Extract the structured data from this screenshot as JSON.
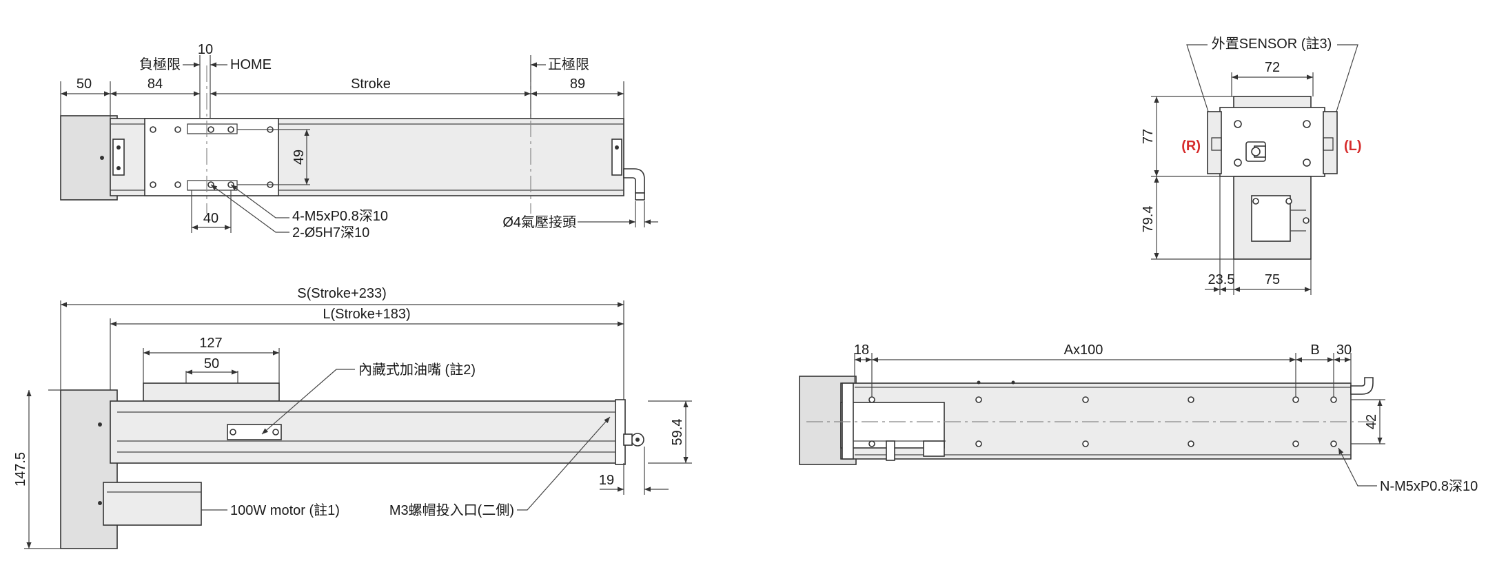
{
  "labels": {
    "d50": "50",
    "d84": "84",
    "d10": "10",
    "neg_limit": "負極限",
    "home": "HOME",
    "stroke": "Stroke",
    "pos_limit": "正極限",
    "d89": "89",
    "d49": "49",
    "d40": "40",
    "tap": "4-M5xP0.8深10",
    "pin": "2-Ø5H7深10",
    "air": "Ø4氣壓接頭",
    "s_len": "S(Stroke+233)",
    "l_len": "L(Stroke+183)",
    "d127": "127",
    "d50b": "50",
    "oil": "內藏式加油嘴 (註2)",
    "d147": "147.5",
    "d59": "59.4",
    "d19": "19",
    "motor": "100W motor (註1)",
    "screw": "M3螺帽投入口(二側)",
    "sensor": "外置SENSOR (註3)",
    "d72": "72",
    "d77": "77",
    "r": "(R)",
    "l": "(L)",
    "d79": "79.4",
    "d23": "23.5",
    "d75": "75",
    "d18": "18",
    "ax100": "Ax100",
    "b": "B",
    "d30": "30",
    "d42": "42",
    "nm5": "N-M5xP0.8深10"
  },
  "colors": {
    "line": "#333333",
    "body_fill": "#ececec",
    "side_label": "#d62b2b"
  }
}
